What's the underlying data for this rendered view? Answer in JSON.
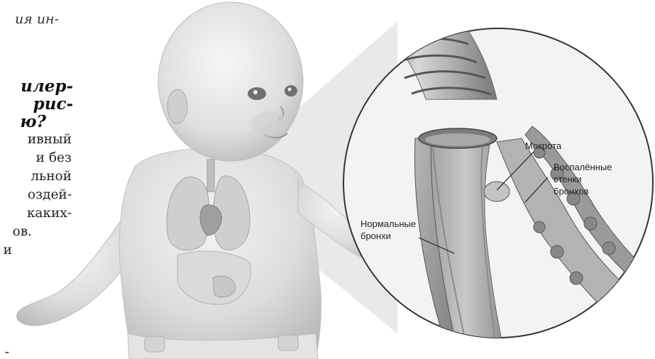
{
  "left_text": {
    "lines": [
      "ия ин-",
      "",
      "",
      "илер-",
      "рис-",
      "ю?",
      "ивный",
      "и без",
      "льной",
      "оздей-",
      "каких-",
      "ов.",
      "и",
      "",
      "-"
    ]
  },
  "illustration": {
    "labels": {
      "sputum": "Мокрота",
      "inflamed_line1": "Воспалённые",
      "inflamed_line2": "стенки",
      "inflamed_line3": "бронхов",
      "normal_line1": "Нормальные",
      "normal_line2": "бронхи"
    }
  }
}
